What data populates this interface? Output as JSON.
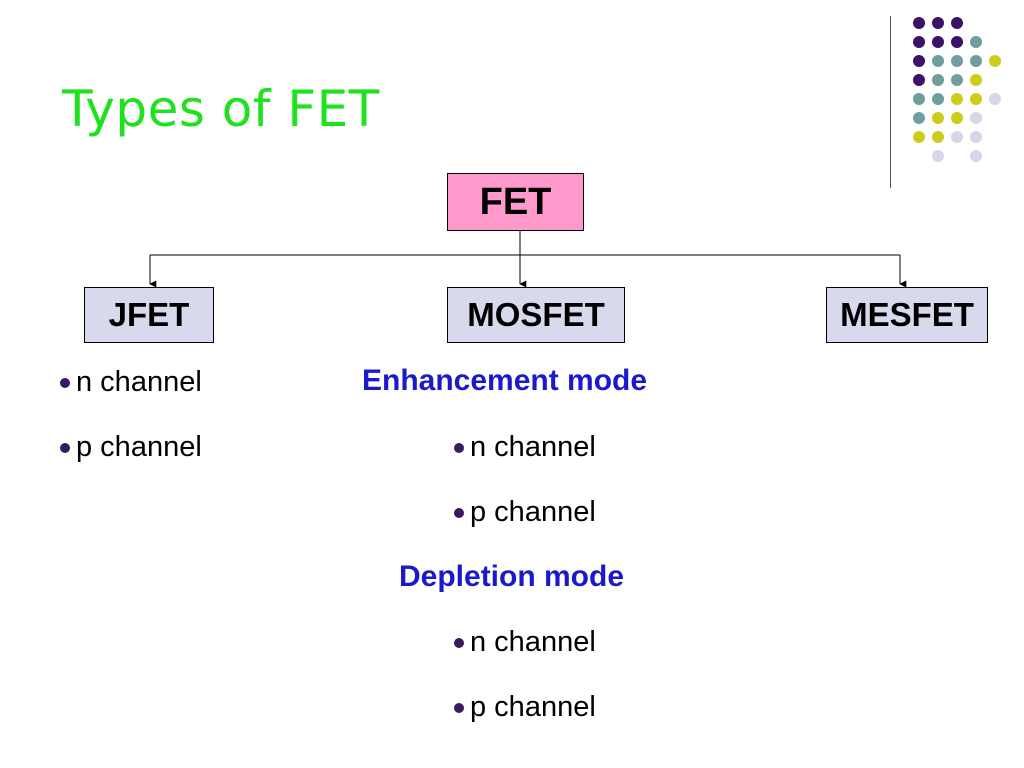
{
  "slide": {
    "title": "Types of FET"
  },
  "tree": {
    "root": "FET",
    "children": [
      "JFET",
      "MOSFET",
      "MESFET"
    ]
  },
  "jfet_list": {
    "items": [
      "n channel",
      "p channel"
    ]
  },
  "mosfet_list": {
    "enhancement": {
      "heading": "Enhancement mode",
      "items": [
        "n channel",
        "p channel"
      ]
    },
    "depletion": {
      "heading": "Depletion mode",
      "items": [
        "n channel",
        "p channel"
      ]
    }
  },
  "colors": {
    "title": "#1ee21e",
    "root_box": "#ff99cc",
    "child_box": "#d9d9ee",
    "heading": "#1a1acc",
    "bullet": "#3a1a5e",
    "dot_purple": "#3d1266",
    "dot_teal": "#6f9e9e",
    "dot_yellow": "#cccc1a",
    "dot_lavender": "#d6d6e8"
  }
}
